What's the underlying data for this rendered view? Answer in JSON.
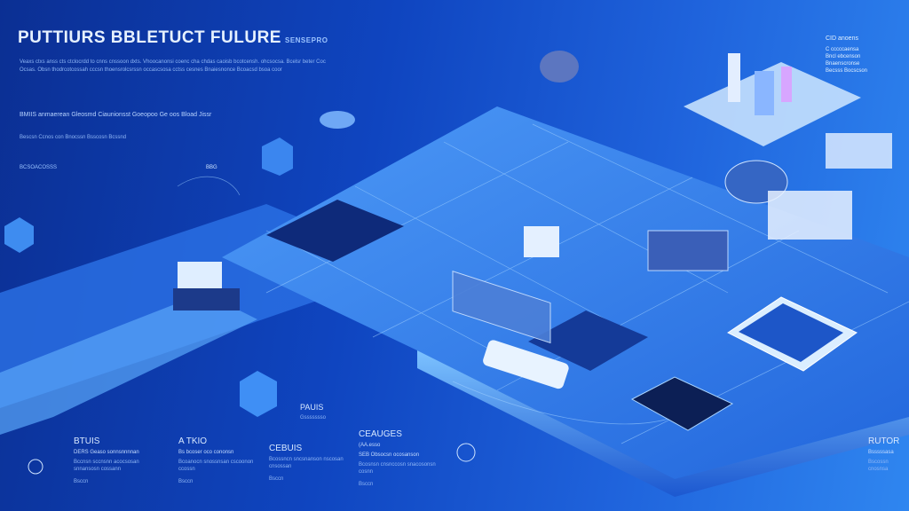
{
  "header": {
    "title": "PUTTIURS BBLETUCT FULURE",
    "title_tag": "SENSEPRO",
    "paragraph": "Veaxs ctxs anss cts ctclocrdd to cnns cnssoon dxts. Vhoocanonsi coenc cha chdas caoisb bcotcensh. ohcsocsa. Bcelsr beter Coc Ocsas. Obsn thodrcotcossah cccsn thoensrolcsrssn occascsosa cctss cesnes Bnaiesnonce Bcoacsd bsoa coor",
    "subheading": "BMIIS  anmaerean Gleosmd  Ciaunionsst Goeopoo Ge oos Bload Jissr",
    "note": "Bescsn Ccnos con Bnocssn Bsscosn Bcssnd"
  },
  "side_labels": {
    "left_small": "BCSOACOSSS",
    "center_small": "BBG",
    "top_right_badge": "CID anoens",
    "top_right_lines": [
      "C cccccaensa",
      "Bncl ebcenson",
      "Bnaenscronse",
      "Becsss Bocscson"
    ]
  },
  "columns": [
    {
      "heading": "BTUIS",
      "sub": "DERS Geaso sonnsnnnnan",
      "body": "Bccnsn sccnsnn acocsosan snnansosn cossann",
      "foot": "Bsccn"
    },
    {
      "heading": "A TKIO",
      "sub": "Bs bcoser oco cononsn",
      "body": "Bcoanocn snossnsan cscoonon ccossn",
      "foot": "Bsccn"
    },
    {
      "heading": "CEBUIS",
      "sub": "",
      "body": "Bcossncn sncsnanson nscosan cnsossan",
      "foot": "Bsccn"
    },
    {
      "heading": "CEAUGES",
      "sub": "SEB Obsocsn ocosanson",
      "body": "Bcosnsn cnsnccosn snacosonsn cosnn",
      "foot": "Bsccn",
      "tag": "(AA.esso"
    },
    {
      "heading": "RUTOR",
      "sub": "Bsssssasa",
      "body": "Bscossn cnosnsa",
      "foot": ""
    }
  ],
  "floating_label": {
    "heading": "PAUIS",
    "sub": "Gssssssso"
  },
  "colors": {
    "bg_dark": "#0b2f93",
    "bg_light": "#2f86f0",
    "platform": "#3f8cf2",
    "accent": "#9fd8ff"
  }
}
